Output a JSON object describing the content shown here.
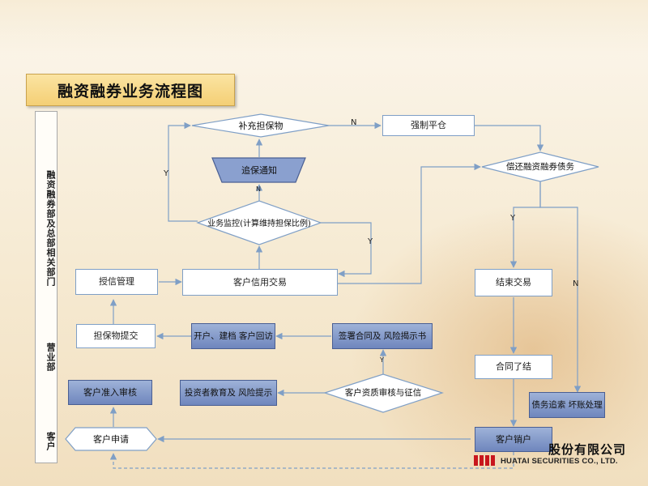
{
  "title": "融资融券业务流程图",
  "departments": {
    "hq": "融资融券部及总部相关部门",
    "branch": "营业部",
    "client": "客户"
  },
  "nodes": {
    "add_collateral": "补充担保物",
    "forced_liquidation": "强制平仓",
    "margin_call": "追保通知",
    "repay_debt": "偿还融资融券债务",
    "monitoring": "业务监控(计算维持担保比例)",
    "credit_management": "授信管理",
    "credit_trading": "客户信用交易",
    "close_trade": "结束交易",
    "collateral_submission": "担保物提交",
    "account_opening": "开户、建档 客户回访",
    "sign_contract": "签署合同及 风险揭示书",
    "contract_settlement": "合同了结",
    "admission_review": "客户准入审核",
    "investor_education": "投资者教育及 风险提示",
    "qualification_review": "客户资质审核与征信",
    "debt_recovery": "债务追索 坏账处理",
    "client_application": "客户申请",
    "close_account": "客户销户"
  },
  "edge_labels": {
    "n_liquidation": "N",
    "y_add": "Y",
    "n_margin": "N",
    "y_monitor": "Y",
    "y_close": "Y",
    "n_recovery": "N",
    "y_review": "Y"
  },
  "logo": {
    "cn": "股份有限公司",
    "en": "HUATAI SECURITIES CO., LTD."
  },
  "colors": {
    "line": "#7f9fc6",
    "node_fill_blue": "#7e94c8",
    "title_fill": "#f6d684"
  }
}
